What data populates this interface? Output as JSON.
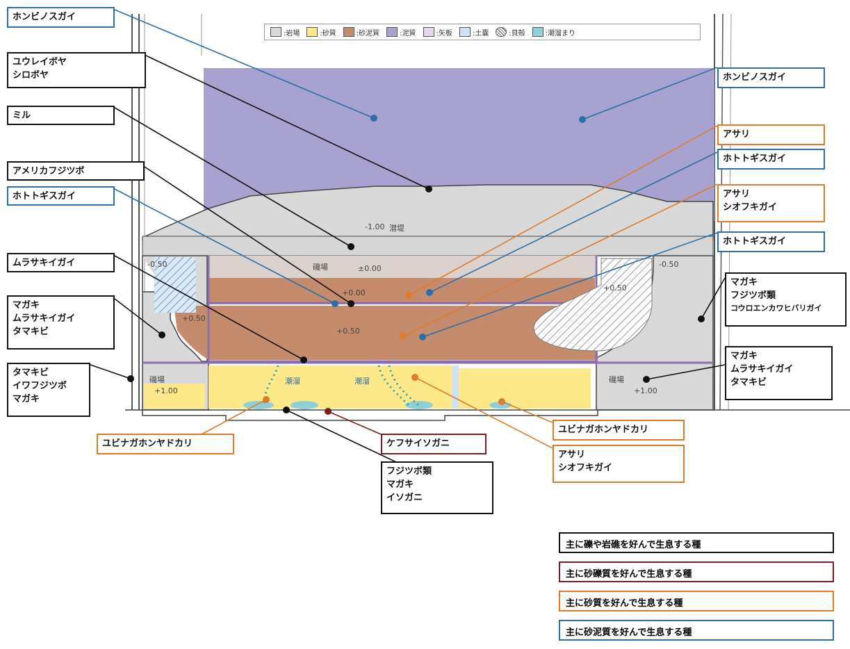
{
  "colors": {
    "rock": "#111111",
    "gravel": "#7a1f1f",
    "sand": "#e07b2a",
    "mud": "#2a6fa8",
    "purple_area": "#a7a2cf",
    "concrete": "#d9d9d9",
    "sandmud": "#c58b6d",
    "sand_fill": "#fde98a",
    "pool": "#8fd0d8"
  },
  "legend": [
    {
      "label": ":岩場",
      "color": "#d9d9d9",
      "icon": "square-swatch"
    },
    {
      "label": ":砂質",
      "color": "#fde98a",
      "icon": "square-swatch"
    },
    {
      "label": ":砂泥質",
      "color": "#c58b6d",
      "icon": "square-swatch"
    },
    {
      "label": ":泥質",
      "color": "#a7a2cf",
      "icon": "square-swatch"
    },
    {
      "label": ":矢板",
      "color": "#e6d5ef",
      "icon": "square-swatch"
    },
    {
      "label": ":土嚢",
      "color": "#cfe2f3",
      "icon": "square-swatch"
    },
    {
      "label": ":貝殻",
      "color": "#ffffff",
      "icon": "hatched-circle"
    },
    {
      "label": ":潮溜まり",
      "color": "#8fd0d8",
      "icon": "square-swatch"
    }
  ],
  "species": {
    "l1": [
      "ホンビノスガイ"
    ],
    "l2": [
      "ユウレイボヤ",
      "シロボヤ"
    ],
    "l3": [
      "ミル"
    ],
    "l4": [
      "アメリカフジツボ"
    ],
    "l5": [
      "ホトトギスガイ"
    ],
    "l6": [
      "ムラサキイガイ"
    ],
    "l7": [
      "マガキ",
      "ムラサキイガイ",
      "タマキビ"
    ],
    "l8": [
      "タマキビ",
      "イワフジツボ",
      "マガキ"
    ],
    "r1": [
      "ホンビノスガイ"
    ],
    "r2": [
      "アサリ"
    ],
    "r3": [
      "ホトトギスガイ"
    ],
    "r4": [
      "アサリ",
      "シオフキガイ"
    ],
    "r5": [
      "ホトトギスガイ"
    ],
    "r6": [
      "マガキ",
      "フジツボ類",
      "コウロエンカワヒバリガイ"
    ],
    "r7": [
      "マガキ",
      "ムラサキイガイ",
      "タマキビ"
    ],
    "b1": [
      "ユビナガホンヤドカリ"
    ],
    "b2": [
      "ケフサイソガニ"
    ],
    "b3": [
      "フジツボ類",
      "マガキ",
      "イソガニ"
    ],
    "b4": [
      "ユビナガホンヤドカリ"
    ],
    "b5": [
      "アサリ",
      "シオフキガイ"
    ]
  },
  "elevations": {
    "e1": "-1.00",
    "e2": "潜堤",
    "e3": "-0.50",
    "e4": "磯場",
    "e5": "±0.00",
    "e6": "+0.00",
    "e7": "+0.50",
    "e8": "+0.50",
    "e9": "-0.50",
    "e10": "+0.50",
    "e11": "磯場",
    "e12": "+1.00",
    "e13": "磯場",
    "e14": "+1.00",
    "e15": "潮溜",
    "e16": "潮溜"
  },
  "key": [
    {
      "text": "主に礫や岩礁を好んで生息する種",
      "color": "#111111"
    },
    {
      "text": "主に砂礫質を好んで生息する種",
      "color": "#7a1f1f"
    },
    {
      "text": "主に砂質を好んで生息する種",
      "color": "#e07b2a"
    },
    {
      "text": "主に砂泥質を好んで生息する種",
      "color": "#2a6fa8"
    }
  ]
}
